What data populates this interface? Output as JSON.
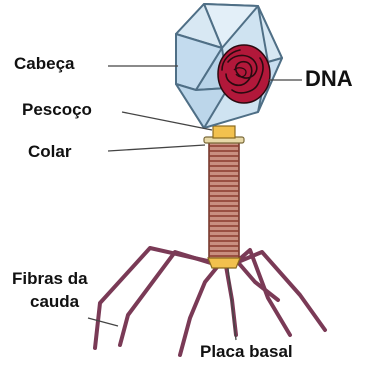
{
  "diagram": {
    "labels": {
      "head": "Cabeça",
      "dna": "DNA",
      "neck": "Pescoço",
      "collar": "Colar",
      "tail_fibers_line1": "Fibras da",
      "tail_fibers_line2": "cauda",
      "base_plate": "Placa basal"
    }
  },
  "colors": {
    "capsid_fill": "#cfe3f1",
    "capsid_edge": "#4f6f86",
    "dna_fill": "#b2183a",
    "dna_strand": "#2a0a10",
    "tail_sheath": "#c98f80",
    "tail_rings": "#8a3b2e",
    "collar": "#f2c14e",
    "fibers": "#7a3a56",
    "leader_line": "#444444"
  }
}
